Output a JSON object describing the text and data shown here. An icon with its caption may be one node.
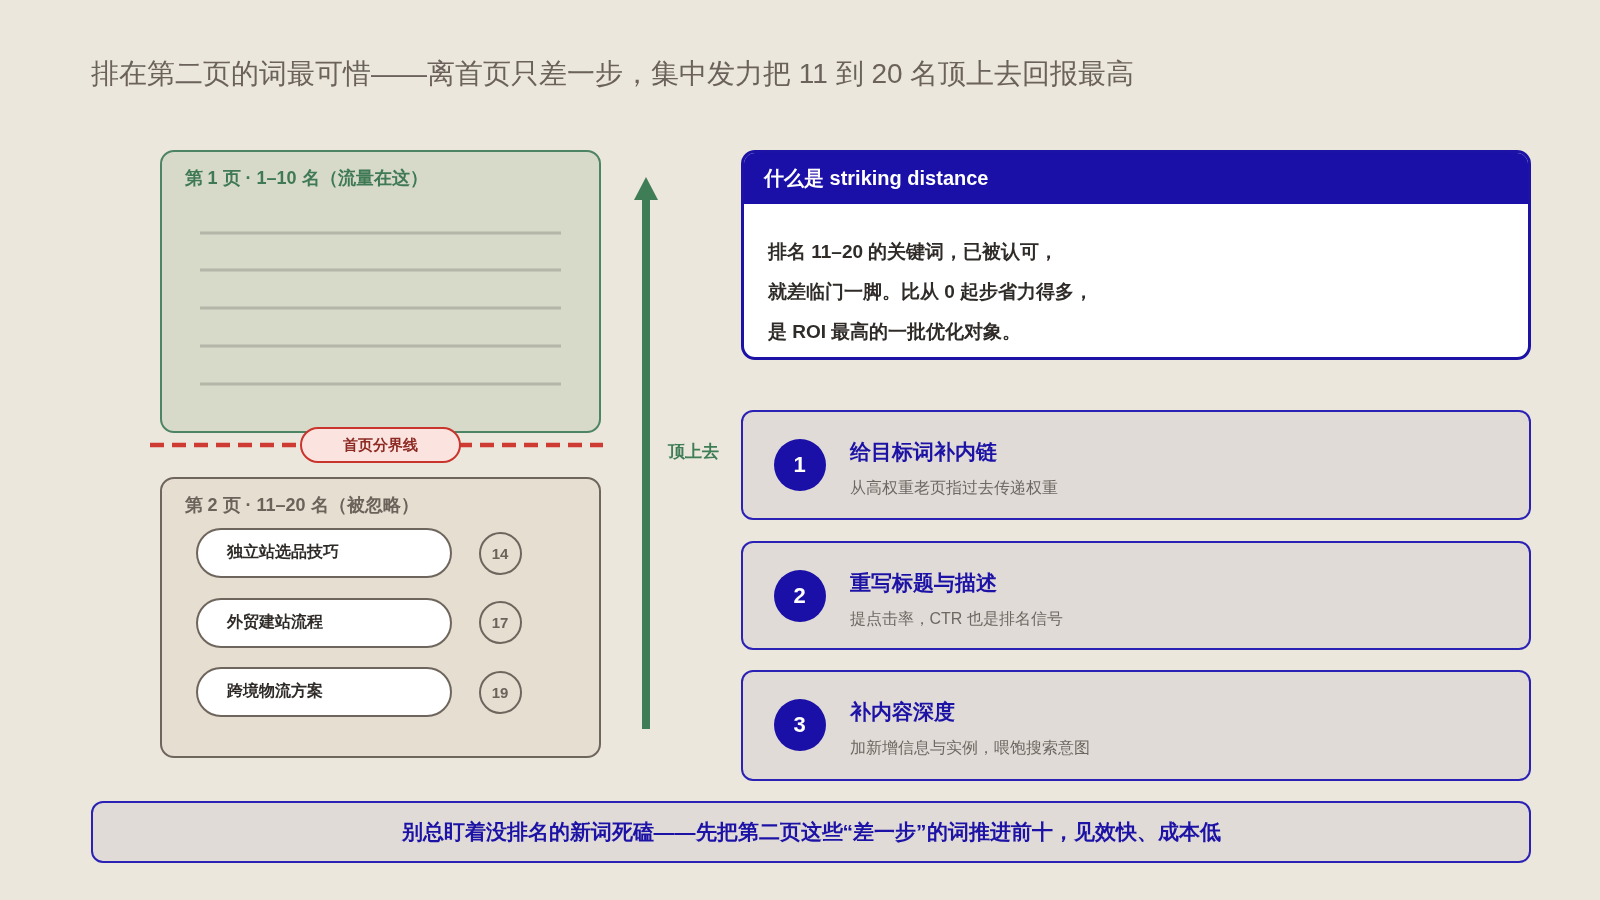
{
  "diagram": {
    "title": "排在第二页的词最可惜——离首页只差一步，集中发力把 11 到 20 名顶上去回报最高",
    "nodes": [
      {
        "text": [
          "第 1 页 · 1–10 名（流量在这）"
        ]
      },
      {
        "text": [
          "首页分界线"
        ]
      },
      {
        "text": [
          "第 2 页 · 11–20 名（被忽略）"
        ]
      },
      {
        "text": [
          "独立站选品技巧"
        ],
        "in": 2
      },
      {
        "text": [
          "14"
        ],
        "in": 2
      },
      {
        "text": [
          "外贸建站流程"
        ],
        "in": 2
      },
      {
        "text": [
          "17"
        ],
        "in": 2
      },
      {
        "text": [
          "跨境物流方案"
        ],
        "in": 2
      },
      {
        "text": [
          "19"
        ],
        "in": 2
      },
      {
        "text": [
          "什么是 striking distance",
          "排名 11–20 的关键词，已被认可，",
          "就差临门一脚。比从 0 起步省力得多，",
          "是 ROI 最高的一批优化对象。"
        ]
      },
      {
        "text": [
          "给目标词补内链",
          "从高权重老页指过去传递权重"
        ]
      },
      {
        "text": [
          "1"
        ],
        "in": 10
      },
      {
        "text": [
          "重写标题与描述",
          "提点击率，CTR 也是排名信号"
        ]
      },
      {
        "text": [
          "2"
        ],
        "in": 12
      },
      {
        "text": [
          "补内容深度",
          "加新增信息与实例，喂饱搜索意图"
        ]
      },
      {
        "text": [
          "3"
        ],
        "in": 14
      },
      {
        "text": [
          "别总盯着没排名的新词死磕——先把第二页这些“差一步”的词推进前十，见效快、成本低"
        ]
      }
    ],
    "labels": [
      "顶上去"
    ]
  }
}
